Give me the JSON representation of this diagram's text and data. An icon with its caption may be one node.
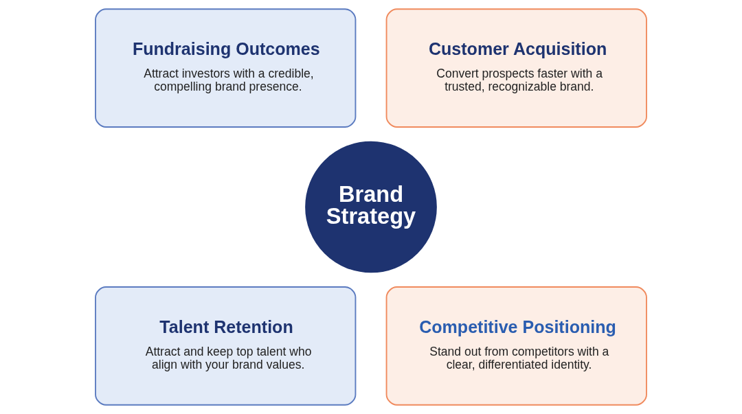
{
  "diagram": {
    "nodes": [
      {
        "text": [
          "Fundraising Outcomes",
          "Attract investors with a credible, compelling brand presence."
        ]
      },
      {
        "text": [
          "Customer Acquisition",
          "Convert prospects faster with a trusted, recognizable brand."
        ]
      },
      {
        "text": [
          "Brand Strategy"
        ]
      },
      {
        "text": [
          "Talent Retention",
          "Attract and keep top talent who align with your brand values."
        ]
      },
      {
        "text": [
          "Competitive Positioning",
          "Stand out from competitors with a clear, differentiated identity."
        ]
      }
    ],
    "edges": []
  }
}
